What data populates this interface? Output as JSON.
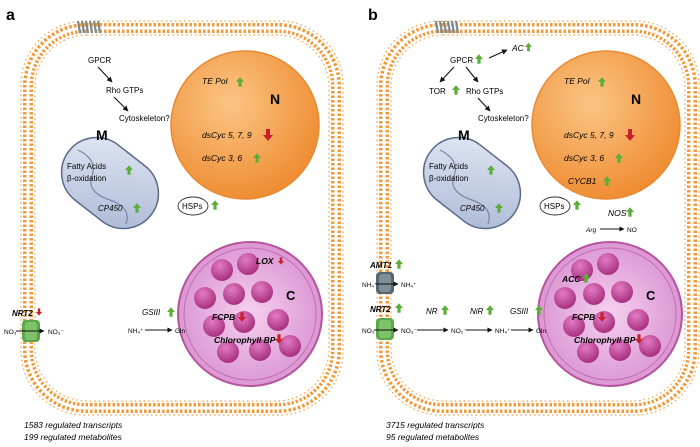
{
  "panels": [
    {
      "letter": "a",
      "signaling": [
        "GPCR",
        "Rho GTPs",
        "Cytoskeleton?"
      ],
      "nucleus": {
        "label": "N",
        "genes": [
          "TE Pol",
          "dsCyc 5, 7, 9",
          "dsCyc 3, 6"
        ]
      },
      "mitochondrion": {
        "label": "M",
        "text": [
          "Fatty Acids",
          "β-oxidation"
        ],
        "gene": "CP450"
      },
      "hsps": "HSPs",
      "chloroplast": {
        "label": "C",
        "genes": [
          "LOX",
          "FCPB",
          "Chlorophyll BP"
        ]
      },
      "nrt2": "NRT2",
      "no3_out": "NO₃⁻",
      "no3_in": "NO₃⁻",
      "gsiii": "GSIII",
      "nh4": "NH₄⁺",
      "gln": "Gln",
      "footer": [
        "1583 regulated transcripts",
        "199 regulated metabolites"
      ]
    },
    {
      "letter": "b",
      "signaling": [
        "GPCR",
        "AC",
        "TOR",
        "Rho GTPs",
        "Cytoskeleton?"
      ],
      "nucleus": {
        "label": "N",
        "genes": [
          "TE Pol",
          "dsCyc 5, 7, 9",
          "dsCyc 3, 6",
          "CYCB1"
        ]
      },
      "mitochondrion": {
        "label": "M",
        "text": [
          "Fatty Acids",
          "β-oxidation"
        ],
        "gene": "CP450"
      },
      "hsps": "HSPs",
      "nos": "NOS",
      "arg": "Arg",
      "no": "NO",
      "chloroplast": {
        "label": "C",
        "genes": [
          "ACC",
          "FCPB",
          "Chlorophyll BP"
        ]
      },
      "amt1": "AMT1",
      "nh4_out": "NH₄⁺",
      "nh4_in": "NH₄⁺",
      "nrt2": "NRT2",
      "no3_out": "NO₃⁻",
      "no3_in": "NO₃⁻",
      "nr": "NR",
      "no2": "NO₂⁻",
      "nir": "NiR",
      "nh4_mid": "NH₄⁺",
      "gsiii": "GSIII",
      "gln": "Gln",
      "footer": [
        "3715 regulated transcripts",
        "95 regulated metabolites"
      ]
    }
  ],
  "colors": {
    "membrane": "#f29a3a",
    "nucleus": "#f5a050",
    "mitochondrion": "#c9d4ea",
    "chloroplast": "#e4aadf",
    "thylakoid": "#c0479c",
    "channel": "#5aa84a",
    "channel_dark": "#56656e",
    "up_arrow": "#5cae3a",
    "down_arrow": "#c8202a"
  }
}
